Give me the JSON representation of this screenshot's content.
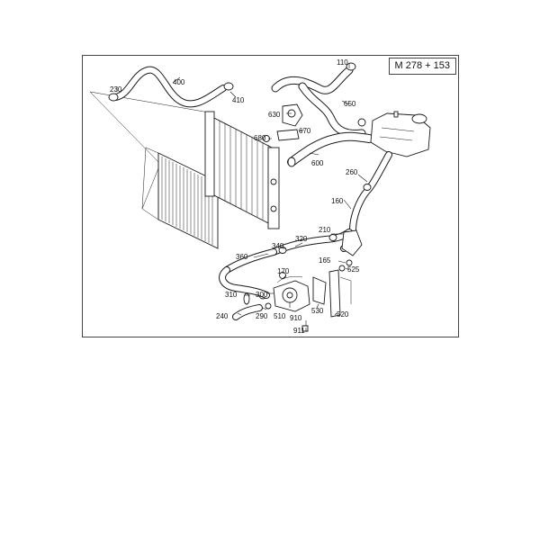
{
  "diagram": {
    "model_code": "M 278 + 153",
    "callouts": [
      "110",
      "400",
      "230",
      "410",
      "650",
      "630",
      "670",
      "680",
      "600",
      "260",
      "160",
      "210",
      "320",
      "340",
      "360",
      "170",
      "165",
      "525",
      "310",
      "300",
      "240",
      "290",
      "510",
      "910",
      "530",
      "520",
      "911"
    ]
  },
  "colors": {
    "line": "#1a1a1a",
    "background": "#ffffff",
    "border": "#444444"
  },
  "icons": [
    "radiator",
    "condenser",
    "expansion-tank",
    "water-pump",
    "hose-clamp",
    "thermostat-housing"
  ]
}
